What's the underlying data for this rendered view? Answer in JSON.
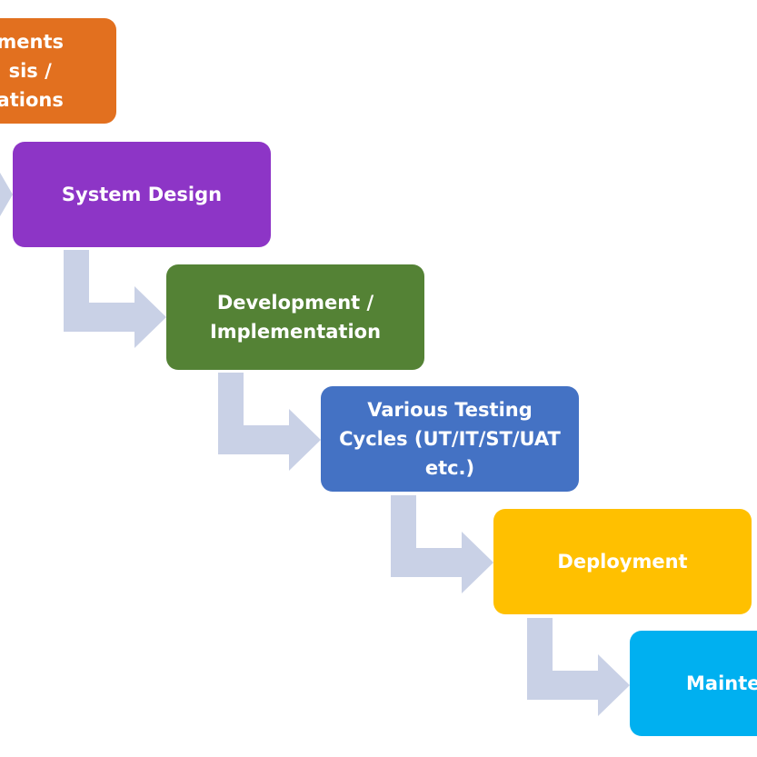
{
  "stages": [
    {
      "label": "ments\nsis /\nations",
      "color": "#e2701f"
    },
    {
      "label": "System Design",
      "color": "#8d35c6"
    },
    {
      "label": "Development /\nImplementation",
      "color": "#548235"
    },
    {
      "label": "Various Testing\nCycles (UT/IT/ST/UAT\netc.)",
      "color": "#4472c4"
    },
    {
      "label": "Deployment",
      "color": "#ffc000"
    },
    {
      "label": "Mainte",
      "color": "#00b0f0"
    }
  ],
  "arrow_color": "#c9d1e6"
}
